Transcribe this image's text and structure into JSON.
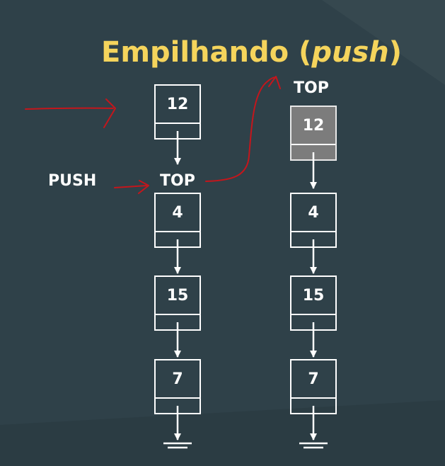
{
  "title": {
    "main": "Empilhando (",
    "emphasis": "push",
    "close": ")"
  },
  "push_label": "PUSH",
  "left_stack": {
    "new_node": "12",
    "top_label": "TOP",
    "nodes": [
      "4",
      "15",
      "7"
    ]
  },
  "right_stack": {
    "top_label": "TOP",
    "nodes": [
      "12",
      "4",
      "15",
      "7"
    ]
  },
  "colors": {
    "background": "#2f4149",
    "title": "#f5d45c",
    "foreground": "#ffffff",
    "highlight_node": "#7c7c7c",
    "annotation_ink": "#c4161c"
  }
}
